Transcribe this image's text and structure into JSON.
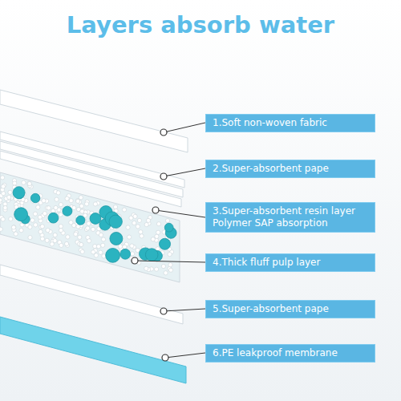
{
  "diagram": {
    "title": "Layers absorb water",
    "nodes": [
      {
        "text": [
          "1.Soft non-woven fabric"
        ]
      },
      {
        "text": [
          "2.Super-absorbent pape"
        ]
      },
      {
        "text": [
          "3.Super-absorbent resin layer Polymer SAP absorption"
        ]
      },
      {
        "text": [
          "4.Thick fluff pulp layer"
        ]
      },
      {
        "text": [
          "5.Super-absorbent pape"
        ]
      },
      {
        "text": [
          "6.PE leakproof membrane"
        ]
      }
    ]
  }
}
